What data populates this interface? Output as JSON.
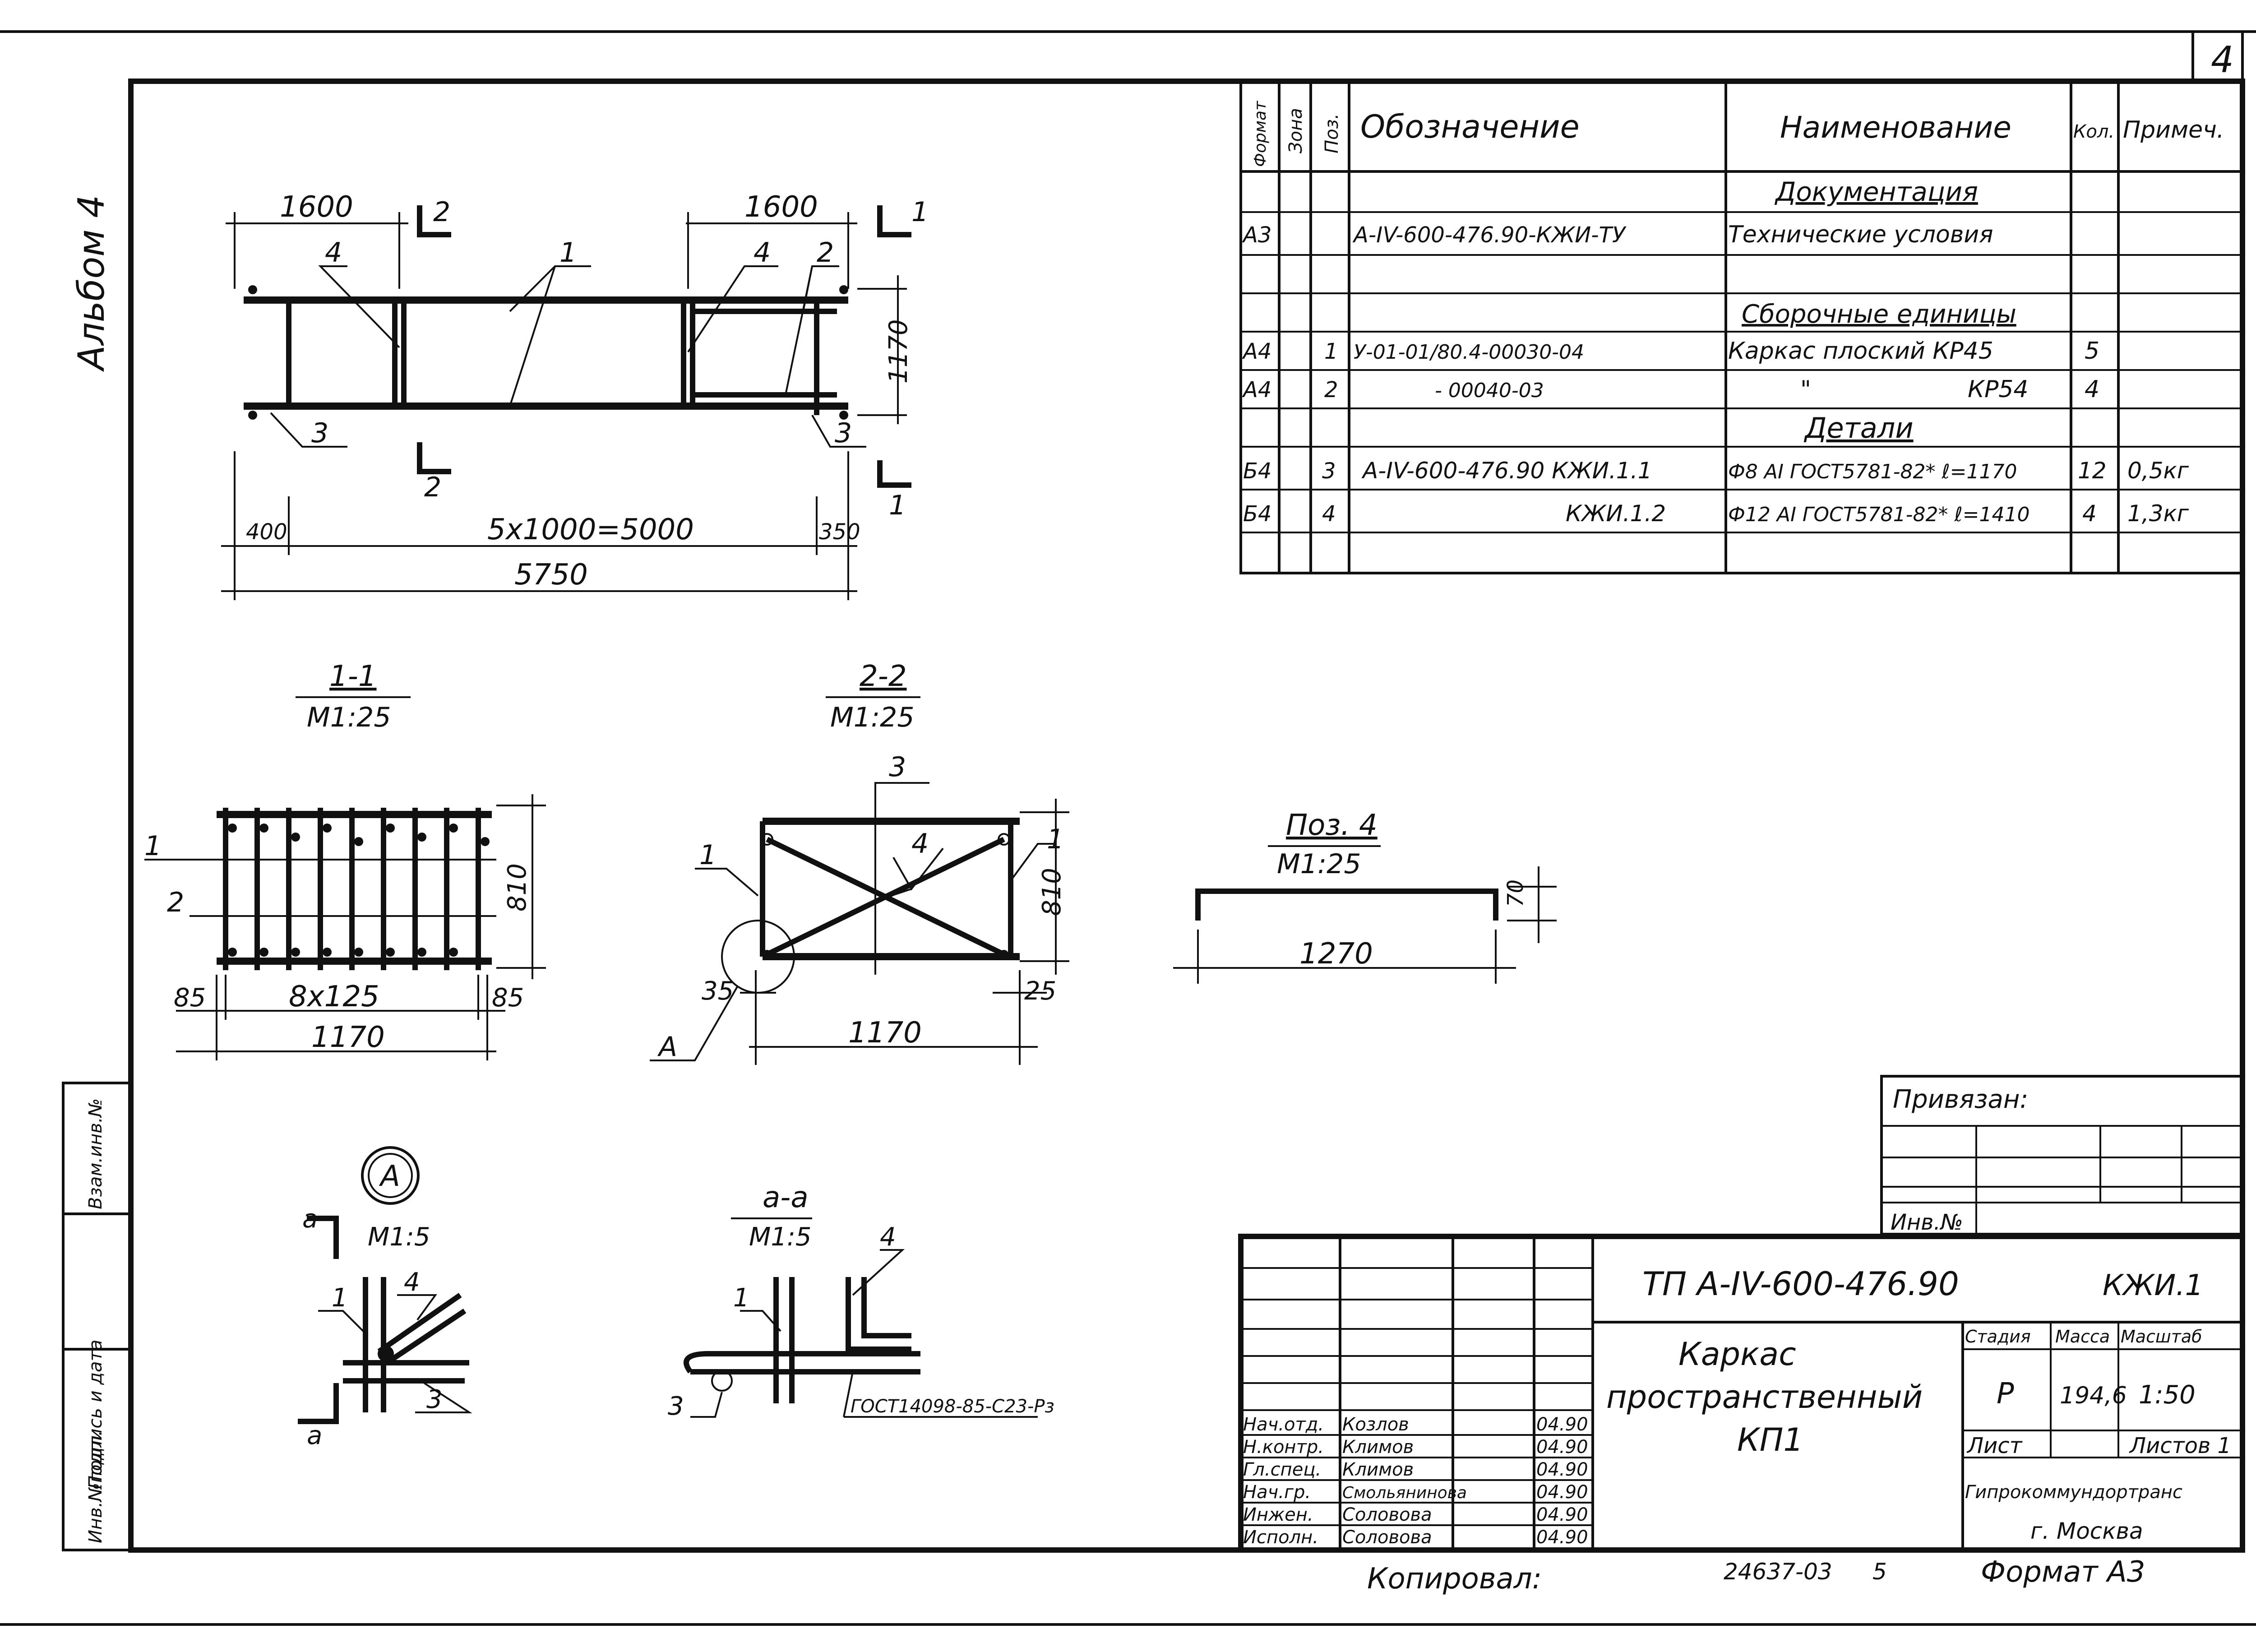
{
  "sheet": {
    "page_number": "4",
    "album_label": "Альбом 4",
    "left_stamp": [
      "Инв.№подл.",
      "Подпись и дата",
      "Взам.инв.№"
    ]
  },
  "spec_table": {
    "headers": {
      "format": "Формат",
      "zone": "Зона",
      "pos": "Поз.",
      "designation": "Обозначение",
      "name": "Наименование",
      "qty": "Кол.",
      "note": "Примеч."
    },
    "section_docs": "Документация",
    "section_units": "Сборочные единицы",
    "section_parts": "Детали",
    "rows": [
      {
        "format": "А3",
        "pos": "",
        "designation": "А-IV-600-476.90-КЖИ-ТУ",
        "name": "Технические условия",
        "qty": "",
        "note": ""
      },
      {
        "format": "А4",
        "pos": "1",
        "designation": "У-01-01/80.4-00030-04",
        "name": "Каркас плоский КР45",
        "qty": "5",
        "note": ""
      },
      {
        "format": "А4",
        "pos": "2",
        "designation": "- 00040-03",
        "name": "\"                     КР54",
        "qty": "4",
        "note": ""
      },
      {
        "format": "Б4",
        "pos": "3",
        "designation": "А-IV-600-476.90 КЖИ.1.1",
        "name": "Ф8 АI ГОСТ5781-82* ℓ=1170",
        "qty": "12",
        "note": "0,5кг"
      },
      {
        "format": "Б4",
        "pos": "4",
        "designation": "КЖИ.1.2",
        "name": "Ф12 АI ГОСТ5781-82* ℓ=1410",
        "qty": "4",
        "note": "1,3кг"
      }
    ]
  },
  "plan_view": {
    "dim_1600_left": "1600",
    "dim_1600_right": "1600",
    "dim_1170": "1170",
    "dim_400": "400",
    "dim_span": "5х1000=5000",
    "dim_350": "350",
    "dim_total": "5750",
    "labels": [
      "1",
      "2",
      "3",
      "4"
    ]
  },
  "section_1_1": {
    "title": "1-1",
    "scale": "М1:25",
    "dim_810": "810",
    "dim_85_left": "85",
    "dim_pitch": "8х125",
    "dim_85_right": "85",
    "dim_1170": "1170",
    "labels": [
      "1",
      "2"
    ]
  },
  "section_2_2": {
    "title": "2-2",
    "scale": "М1:25",
    "dim_810": "810",
    "dim_35": "35",
    "dim_25": "25",
    "dim_1170": "1170",
    "labels": [
      "1",
      "3",
      "4",
      "А"
    ]
  },
  "pos4": {
    "title": "Поз. 4",
    "scale": "М1:25",
    "dim_70": "70",
    "dim_1270": "1270"
  },
  "detail_a": {
    "title": "А",
    "scale": "М1:5",
    "cut": "а",
    "labels": [
      "1",
      "3",
      "4"
    ]
  },
  "section_a_a": {
    "title": "а-а",
    "scale": "М1:5",
    "weld": "ГОСТ14098-85-С23-Рз",
    "labels": [
      "1",
      "3",
      "4"
    ]
  },
  "binding": {
    "label": "Привязан:",
    "inv": "Инв.№"
  },
  "title_block": {
    "code": "ТП А-IV-600-476.90",
    "doc": "КЖИ.1",
    "name_lines": [
      "Каркас",
      "пространственный",
      "КП1"
    ],
    "stage_h": "Стадия",
    "mass_h": "Масса",
    "scale_h": "Масштаб",
    "stage": "Р",
    "mass": "194,6",
    "scale": "1:50",
    "sheet_h": "Лист",
    "sheets_h": "Листов 1",
    "org": "Гипрокоммундортранс",
    "city": "г. Москва",
    "staff": [
      {
        "role": "Нач.отд.",
        "name": "Козлов",
        "date": "04.90"
      },
      {
        "role": "Н.контр.",
        "name": "Климов",
        "date": "04.90"
      },
      {
        "role": "Гл.спец.",
        "name": "Климов",
        "date": "04.90"
      },
      {
        "role": "Нач.гр.",
        "name": "Смольянинова",
        "date": "04.90"
      },
      {
        "role": "Инжен.",
        "name": "Соловова",
        "date": "04.90"
      },
      {
        "role": "Исполн.",
        "name": "Соловова",
        "date": "04.90"
      }
    ]
  },
  "footer": {
    "copied": "Копировал:",
    "number": "24637-03",
    "sheet_no": "5",
    "format": "Формат А3"
  }
}
